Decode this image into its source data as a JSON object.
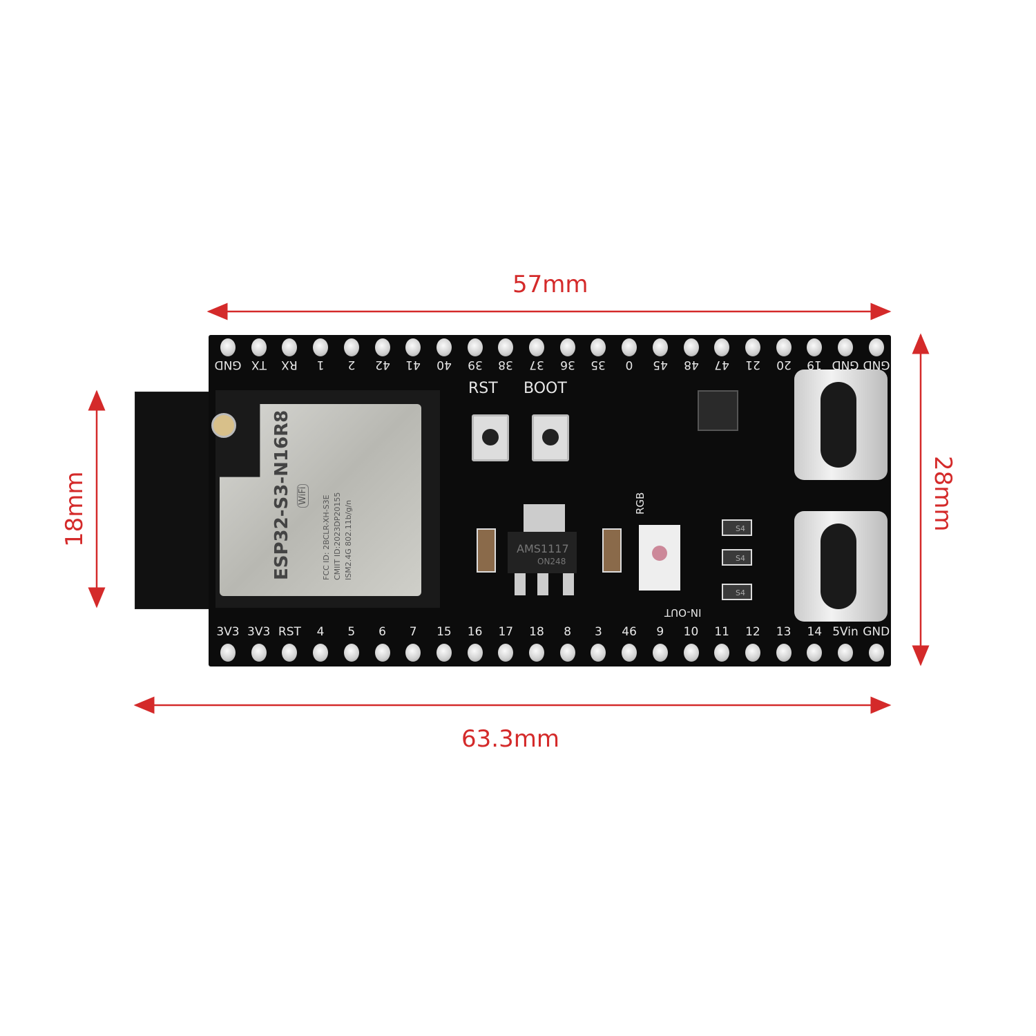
{
  "dimensions": {
    "top_width": "57mm",
    "bottom_width": "63.3mm",
    "left_height": "18mm",
    "right_height": "28mm"
  },
  "colors": {
    "dimension": "#d42a2a",
    "board": "#0c0c0c"
  },
  "board": {
    "top_pins": [
      "GND",
      "TX",
      "RX",
      "1",
      "2",
      "42",
      "41",
      "40",
      "39",
      "38",
      "37",
      "36",
      "35",
      "0",
      "45",
      "48",
      "47",
      "21",
      "20",
      "19",
      "GND",
      "GND"
    ],
    "bottom_pins": [
      "3V3",
      "3V3",
      "RST",
      "4",
      "5",
      "6",
      "7",
      "15",
      "16",
      "17",
      "18",
      "8",
      "3",
      "46",
      "9",
      "10",
      "11",
      "12",
      "13",
      "14",
      "5Vin",
      "GND"
    ],
    "module_name": "ESP32-S3-N16R8",
    "module_fcc": "FCC ID: 2BCLR-XH-S3E",
    "module_cmiit": "CMIIT ID:2023DP20155",
    "module_band": "ISM2.4G   802.11b/g/n",
    "wifi_badge": "WiFi",
    "rst_label": "RST",
    "boot_label": "BOOT",
    "rgb_label": "RGB",
    "in_out_label": "IN-OUT",
    "regulator_text": "AMS1117",
    "regulator_sub": "ON248",
    "diode_label": "S4"
  }
}
